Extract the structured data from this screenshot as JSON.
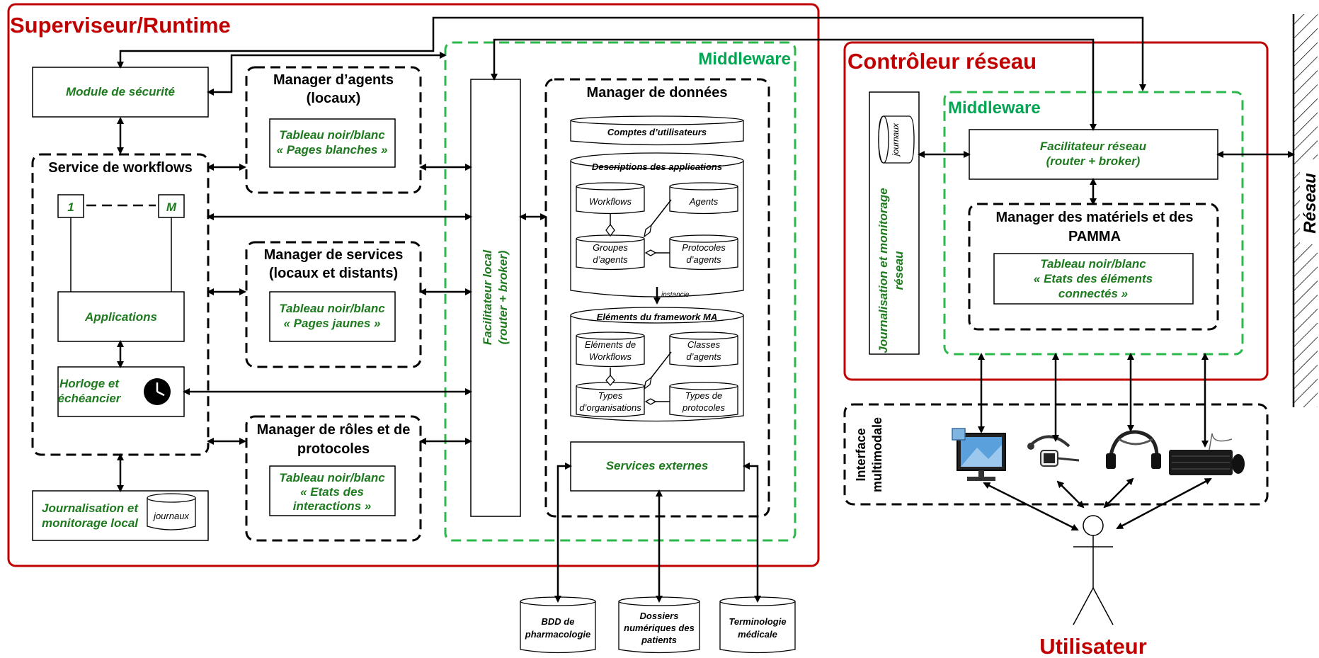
{
  "supervisor": {
    "title": "Superviseur/Runtime",
    "security_module": "Module de sécurité",
    "workflow_service": {
      "title": "Service de workflows",
      "box_first": "1",
      "box_last": "M",
      "applications": "Applications",
      "clock_line1": "Horloge et",
      "clock_line2": "échéancier"
    },
    "local_logging": {
      "line1": "Journalisation et",
      "line2": "monitorage local",
      "store": "journaux"
    },
    "agent_manager": {
      "title_line1": "Manager d’agents",
      "title_line2": "(locaux)",
      "board_line1": "Tableau noir/blanc",
      "board_line2": "« Pages blanches »"
    },
    "service_manager": {
      "title_line1": "Manager de services",
      "title_line2": "(locaux et distants)",
      "board_line1": "Tableau noir/blanc",
      "board_line2": "« Pages jaunes »"
    },
    "role_manager": {
      "title_line1": "Manager de rôles et de",
      "title_line2": "protocoles",
      "board_line1": "Tableau noir/blanc",
      "board_line2": "« Etats des",
      "board_line3": "interactions »"
    },
    "middleware": {
      "title": "Middleware",
      "facilitator_line1": "Facilitateur local",
      "facilitator_line2": "(router + broker)",
      "data_manager": {
        "title": "Manager de données",
        "user_accounts": "Comptes d’utilisateurs",
        "app_descriptions": "Descriptions des applications",
        "workflows": "Workflows",
        "agents": "Agents",
        "agent_groups_line1": "Groupes",
        "agent_groups_line2": "d’agents",
        "agent_protocols_line1": "Protocoles",
        "agent_protocols_line2": "d’agents",
        "instantiates": "instancie",
        "framework_elements": "Eléments du framework MA",
        "workflow_elements_line1": "Eléments de",
        "workflow_elements_line2": "Workflows",
        "agent_classes_line1": "Classes",
        "agent_classes_line2": "d’agents",
        "org_types_line1": "Types",
        "org_types_line2": "d’organisations",
        "protocol_types_line1": "Types de",
        "protocol_types_line2": "protocoles",
        "external_services": "Services externes"
      }
    }
  },
  "external_stores": [
    {
      "line1": "BDD de",
      "line2": "pharmacologie",
      "line3": ""
    },
    {
      "line1": "Dossiers",
      "line2": "numériques des",
      "line3": "patients"
    },
    {
      "line1": "Terminologie",
      "line2": "médicale",
      "line3": ""
    }
  ],
  "network_controller": {
    "title": "Contrôleur réseau",
    "logging_line1": "Journalisation et monitorage",
    "logging_line2": "réseau",
    "store": "journaux",
    "middleware": {
      "title": "Middleware",
      "facilitator_line1": "Facilitateur réseau",
      "facilitator_line2": "(router + broker)",
      "hardware_manager": {
        "title_line1": "Manager des matériels et des",
        "title_line2": "PAMMA",
        "board_line1": "Tableau noir/blanc",
        "board_line2": "« Etats des éléments",
        "board_line3": "connectés »"
      }
    }
  },
  "network": "Réseau",
  "multimodal_interface": {
    "line1": "Interface",
    "line2": "multimodale",
    "devices": [
      "monitor-icon",
      "headset-icon",
      "eeg-headset-icon",
      "keyboard-mouse-icon"
    ]
  },
  "user": "Utilisateur",
  "colors": {
    "red": "#c00000",
    "green": "#00a651",
    "dark_green": "#1e7a1e",
    "green_dash": "#2db84d"
  }
}
